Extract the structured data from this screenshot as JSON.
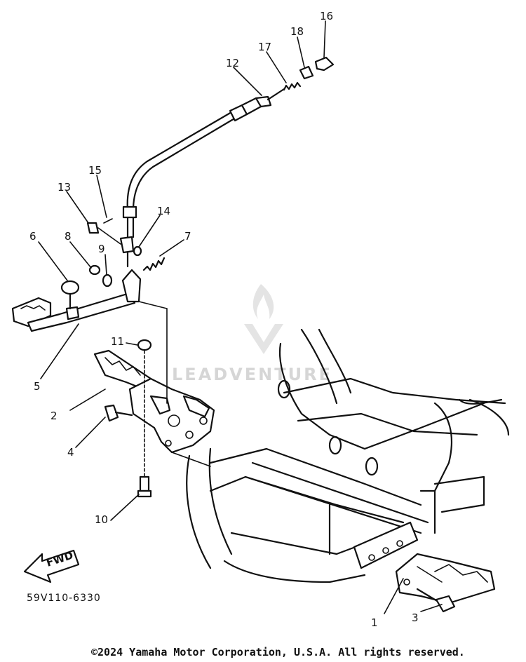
{
  "diagram_code": "59V110-6330",
  "fwd_label": "FWD",
  "watermark": "LEADVENTURE",
  "copyright": "©2024 Yamaha Motor Corporation, U.S.A. All rights reserved.",
  "callouts": [
    "1",
    "2",
    "3",
    "4",
    "5",
    "6",
    "7",
    "8",
    "9",
    "10",
    "11",
    "12",
    "13",
    "14",
    "15",
    "16",
    "17",
    "18"
  ]
}
